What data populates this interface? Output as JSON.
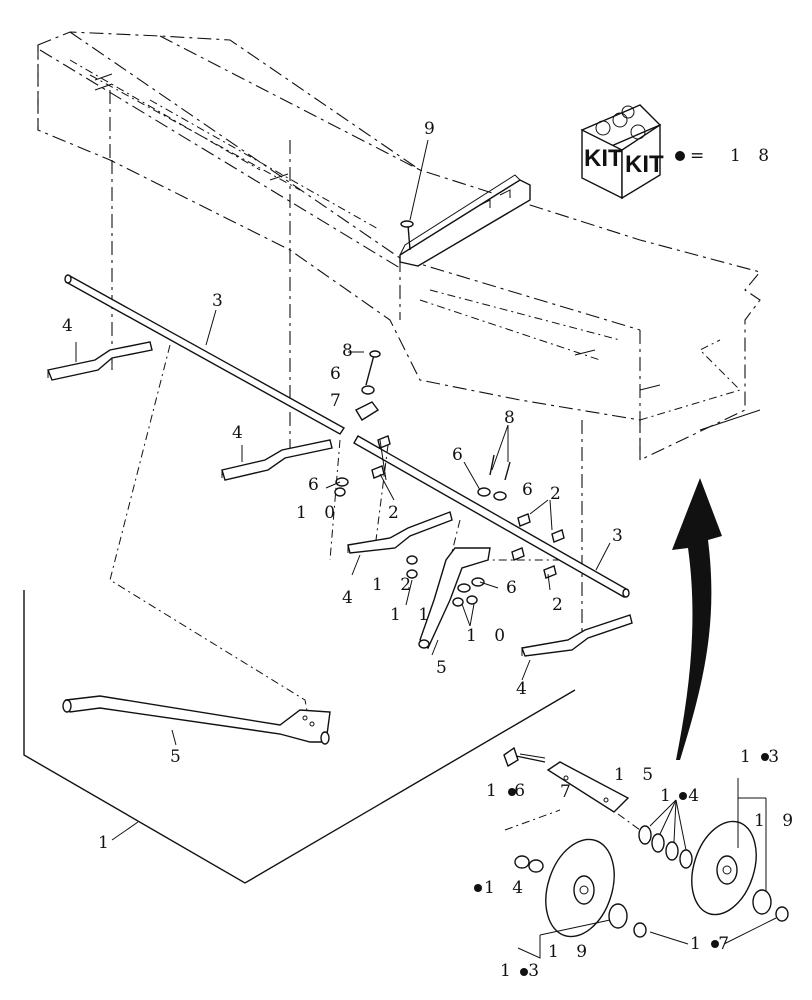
{
  "kit": {
    "label_left": "KIT",
    "label_right": "KIT",
    "equals": "=",
    "number": "1 8"
  },
  "callouts": {
    "c9": "9",
    "c3a": "3",
    "c3b": "3",
    "c4a": "4",
    "c4b": "4",
    "c4c": "4",
    "c4d": "4",
    "c8a": "8",
    "c8b": "8",
    "c6a": "6",
    "c6b": "6",
    "c6c": "6",
    "c6d": "6",
    "c6e": "6",
    "c7a": "7",
    "c7b": "7",
    "c2a": "2",
    "c2b": "2",
    "c2c": "2",
    "c10a": "1 0",
    "c10b": "1 0",
    "c12": "1 2",
    "c11": "1 1",
    "c5a": "5",
    "c5b": "5",
    "c1": "1",
    "c13a": "1 3",
    "c13b": "1 3",
    "c19a": "1 9",
    "c19b": "1 9",
    "c15": "1 5",
    "c16": "1 6",
    "c14a": "1 4",
    "c14b": "1 4",
    "c17": "1 7"
  }
}
